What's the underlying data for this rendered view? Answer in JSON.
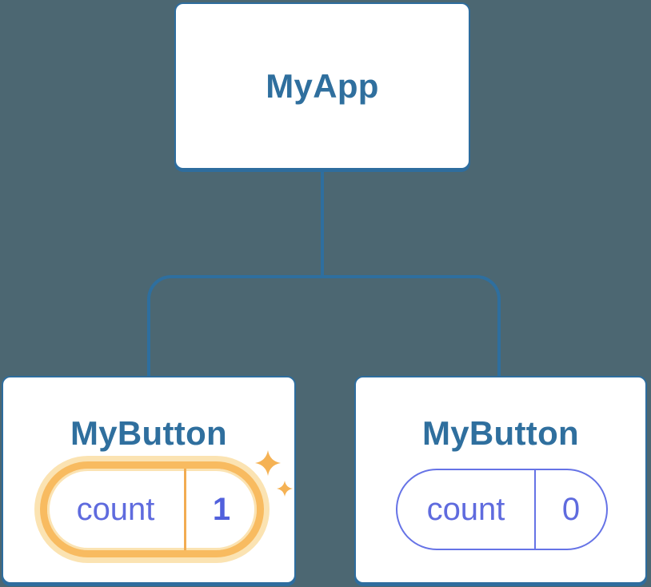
{
  "diagram": {
    "root": {
      "title": "MyApp"
    },
    "children": [
      {
        "title": "MyButton",
        "highlighted": true,
        "state": {
          "label": "count",
          "value": "1"
        }
      },
      {
        "title": "MyButton",
        "highlighted": false,
        "state": {
          "label": "count",
          "value": "0"
        }
      }
    ]
  },
  "icons": {
    "sparkles": "sparkles-icon"
  },
  "colors": {
    "background": "#4C6772",
    "node_fill": "#FFFFFF",
    "node_border": "#2E6D9E",
    "node_title": "#2F6F9E",
    "connector": "#2E6F9F",
    "state_text": "#5F6BDE",
    "state_border": "#6673E6",
    "highlight_ring": "#F8BB60",
    "highlight_halo": "#FBE3B2",
    "highlight_divider": "#F2AC52",
    "sparkle": "#F5B254"
  }
}
